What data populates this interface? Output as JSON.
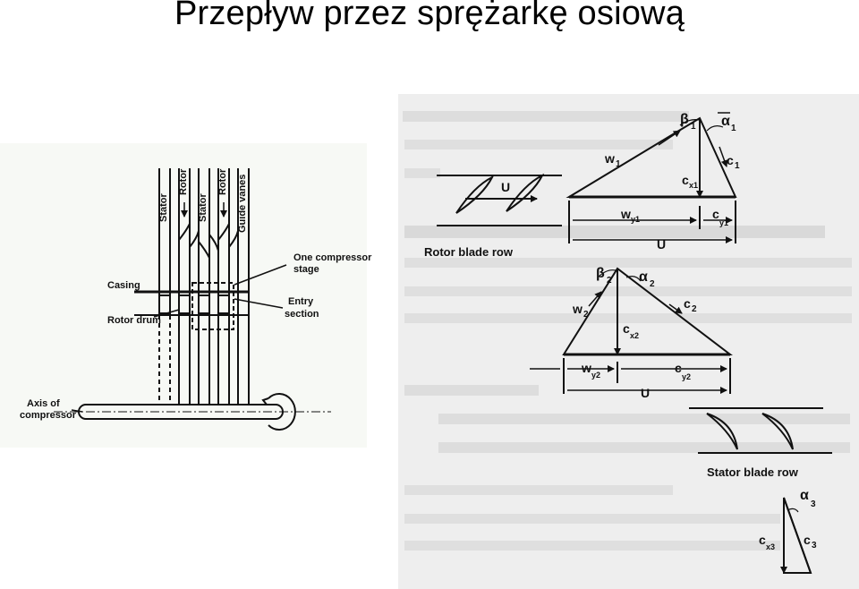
{
  "title": "Przepływ przez sprężarkę osiową",
  "left_figure": {
    "column_labels": [
      "Stator",
      "Rotor",
      "Stator",
      "Rotor",
      "Guide vanes"
    ],
    "one_stage": "One compressor",
    "one_stage_2": "stage",
    "casing": "Casing",
    "entry": "Entry",
    "entry_2": "section",
    "rotor_drum": "Rotor drum",
    "axis": "Axis of",
    "axis_2": "compressor"
  },
  "right_figure": {
    "rotor_row": "Rotor blade row",
    "stator_row": "Stator blade row",
    "U": "U",
    "beta1": "β",
    "alpha1": "α",
    "w1": "w",
    "c1": "c",
    "cx1": "c",
    "wy1": "w",
    "cy1": "c",
    "beta2": "β",
    "alpha2": "α",
    "w2": "w",
    "c2": "c",
    "cx2": "c",
    "wy2": "w",
    "cy2": "c",
    "alpha3": "α",
    "c3": "c",
    "cx3": "c"
  }
}
